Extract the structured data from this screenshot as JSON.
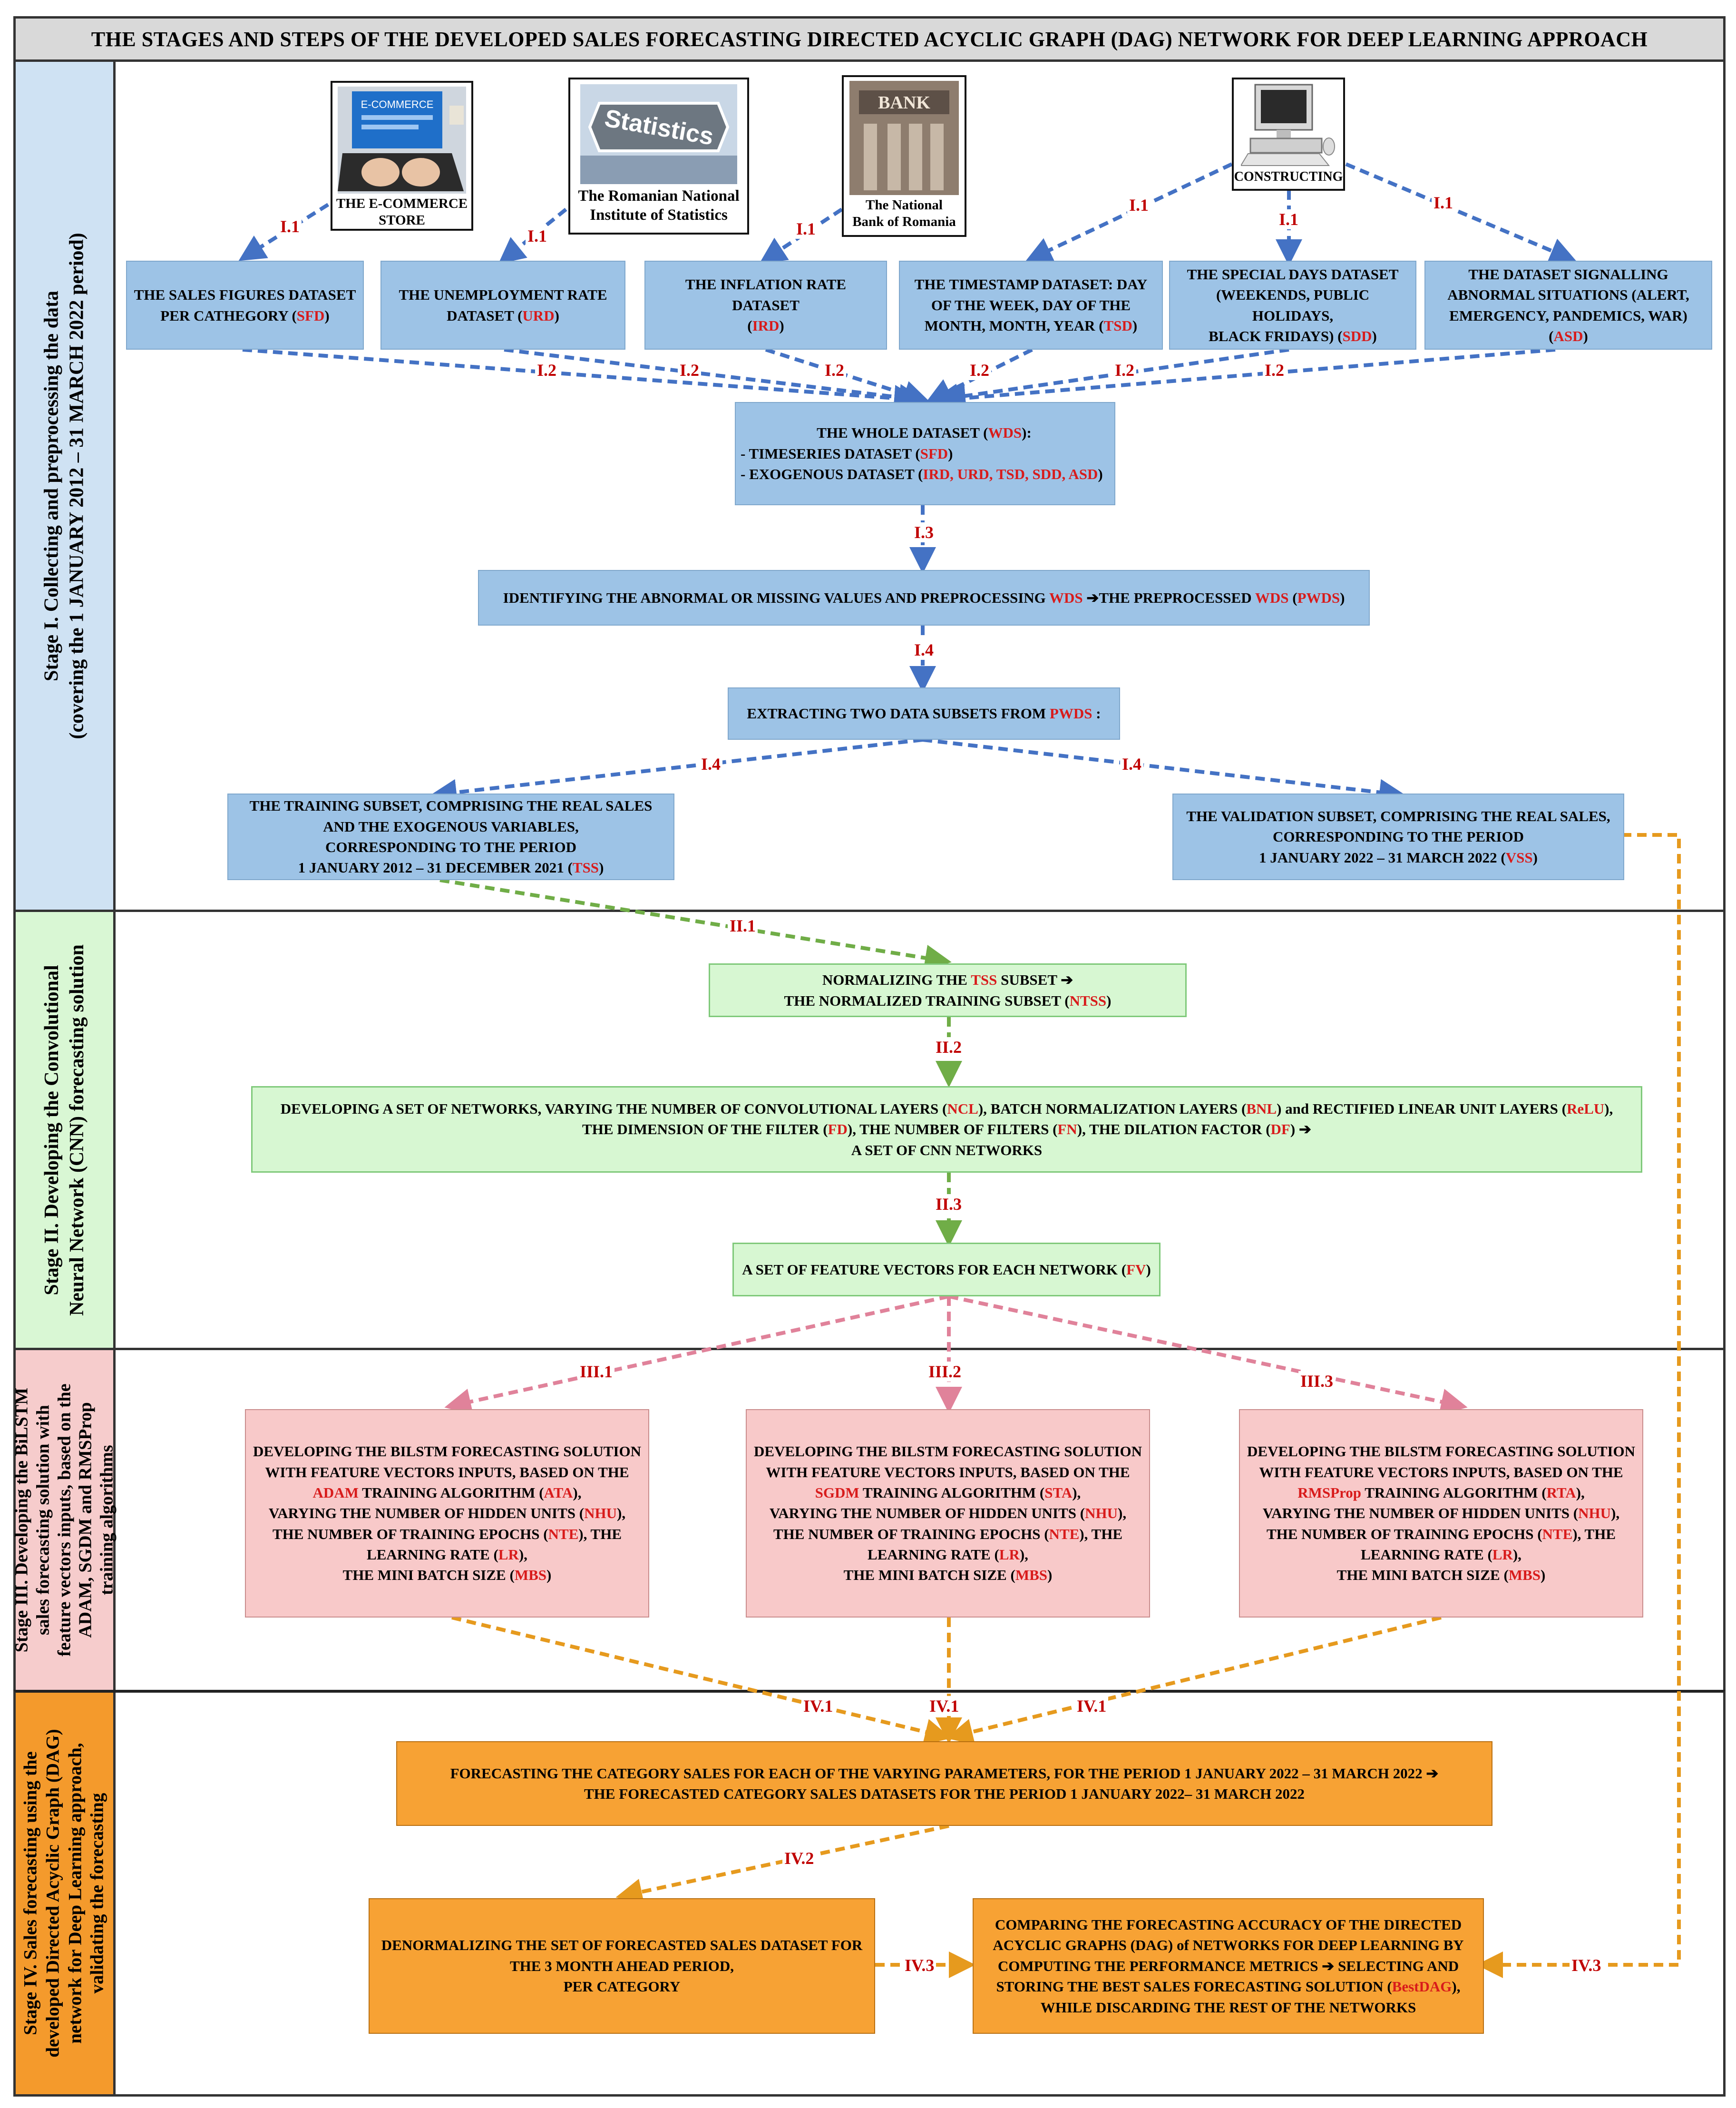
{
  "title": "THE STAGES AND STEPS OF THE DEVELOPED SALES FORECASTING DIRECTED ACYCLIC GRAPH (DAG) NETWORK FOR DEEP LEARNING APPROACH",
  "stages": {
    "s1": [
      "Stage I. Collecting and preprocessing the data",
      "(covering the 1 JANUARY 2012 – 31 MARCH 2022 period)"
    ],
    "s2": [
      "Stage II. Developing the Convolutional",
      "Neural Network  (CNN) forecasting solution"
    ],
    "s3": [
      "Stage III. Developing the BiLSTM",
      "sales forecasting solution with",
      "feature vectors inputs, based on the",
      "ADAM, SGDM and RMSProp",
      "training algorithms"
    ],
    "s4": [
      "Stage IV. Sales forecasting using the",
      "developed Directed Acyclic Graph (DAG)",
      "network for Deep Learning approach,",
      "validating the forecasting"
    ]
  },
  "sources": {
    "ecommerce": {
      "screen_text": "E-COMMERCE",
      "caption": [
        "THE E-COMMERCE",
        "STORE"
      ]
    },
    "ins": {
      "sign_text": "Statistics",
      "caption": [
        "The Romanian National",
        "Institute of Statistics"
      ]
    },
    "bnr": {
      "sign_text": "BANK",
      "caption": [
        "The National",
        "Bank of Romania"
      ]
    },
    "constructing": {
      "caption": "CONSTRUCTING"
    }
  },
  "datasets": {
    "sfd": [
      "THE SALES FIGURES DATASET",
      "PER CATHEGORY (",
      "SFD",
      ")"
    ],
    "urd": [
      "THE UNEMPLOYMENT RATE",
      "DATASET (",
      "URD",
      ")"
    ],
    "ird": [
      "THE INFLATION RATE DATASET",
      "(",
      "IRD",
      ")"
    ],
    "tsd": [
      "THE TIMESTAMP DATASET: DAY",
      "OF THE WEEK, DAY OF THE",
      "MONTH, MONTH, YEAR (",
      "TSD",
      ")"
    ],
    "sdd": [
      "THE SPECIAL DAYS DATASET",
      "(WEEKENDS, PUBLIC HOLIDAYS,",
      "BLACK FRIDAYS) (",
      "SDD",
      ")"
    ],
    "asd": [
      "THE DATASET SIGNALLING",
      "ABNORMAL SITUATIONS (ALERT,",
      "EMERGENCY, PANDEMICS, WAR)",
      "(",
      "ASD",
      ")"
    ]
  },
  "wds": {
    "l1a": "THE WHOLE DATASET (",
    "l1b": "WDS",
    "l1c": "):",
    "l2a": "- TIMESERIES DATASET (",
    "l2b": "SFD",
    "l2c": ")",
    "l3a": "- EXOGENOUS DATASET (",
    "l3b": "IRD, URD, TSD, SDD, ASD",
    "l3c": ")"
  },
  "preprocess": {
    "a": "IDENTIFYING THE ABNORMAL OR MISSING VALUES AND PREPROCESSING ",
    "b": "WDS",
    "c": " ➔THE PREPROCESSED ",
    "d": "WDS",
    "e": " (",
    "f": "PWDS",
    "g": ")"
  },
  "extract": {
    "a": "EXTRACTING TWO DATA SUBSETS FROM ",
    "b": "PWDS",
    "c": " :"
  },
  "training": {
    "l1": "THE TRAINING SUBSET, COMPRISING THE REAL SALES",
    "l2": "AND THE EXOGENOUS VARIABLES,",
    "l3": "CORRESPONDING TO THE PERIOD",
    "l4a": "1 JANUARY 2012 – 31 DECEMBER 2021 (",
    "l4b": "TSS",
    "l4c": ")"
  },
  "validation": {
    "l1": "THE VALIDATION SUBSET, COMPRISING THE REAL SALES,",
    "l2": "CORRESPONDING TO THE PERIOD",
    "l3a": "1 JANUARY 2022 – 31 MARCH 2022 (",
    "l3b": "VSS",
    "l3c": ")"
  },
  "normalize": {
    "l1a": "NORMALIZING THE ",
    "l1b": "TSS",
    "l1c": " SUBSET ➔",
    "l2a": "THE NORMALIZED TRAINING SUBSET (",
    "l2b": "NTSS",
    "l2c": ")"
  },
  "cnnset": {
    "l1a": "DEVELOPING A SET OF NETWORKS, VARYING THE NUMBER OF CONVOLUTIONAL LAYERS (",
    "l1b": "NCL",
    "l1c": "), BATCH NORMALIZATION LAYERS (",
    "l1d": "BNL",
    "l1e": ") and RECTIFIED LINEAR UNIT LAYERS (",
    "l1f": "ReLU",
    "l1g": "),",
    "l2a": "THE DIMENSION OF THE FILTER (",
    "l2b": "FD",
    "l2c": "), THE NUMBER OF FILTERS (",
    "l2d": "FN",
    "l2e": "), THE DILATION FACTOR (",
    "l2f": "DF",
    "l2g": ") ➔",
    "l3": "A SET OF CNN NETWORKS"
  },
  "fv": {
    "a": "A SET OF FEATURE VECTORS FOR EACH NETWORK (",
    "b": "FV",
    "c": ")"
  },
  "bilstm": [
    {
      "alg": "ADAM",
      "abbr": "ATA"
    },
    {
      "alg": "SGDM",
      "abbr": "STA"
    },
    {
      "alg": "RMSProp",
      "abbr": "RTA"
    }
  ],
  "bilstm_text": {
    "l1": "DEVELOPING THE BILSTM FORECASTING SOLUTION",
    "l2": "WITH FEATURE VECTORS INPUTS, BASED ON THE",
    "l3b": " TRAINING ALGORITHM (",
    "l3d": "),",
    "l4a": "VARYING THE NUMBER OF HIDDEN UNITS (",
    "l4b": "NHU",
    "l4c": "),",
    "l5a": "THE NUMBER OF TRAINING EPOCHS (",
    "l5b": "NTE",
    "l5c": "), THE",
    "l6a": "LEARNING RATE (",
    "l6b": "LR",
    "l6c": "),",
    "l7a": "THE MINI BATCH SIZE (",
    "l7b": "MBS",
    "l7c": ")"
  },
  "forecast": {
    "l1": "FORECASTING THE CATEGORY SALES FOR EACH OF THE VARYING PARAMETERS, FOR THE PERIOD 1 JANUARY 2022 – 31 MARCH 2022 ➔",
    "l2": "THE FORECASTED CATEGORY SALES DATASETS FOR THE PERIOD 1 JANUARY 2022– 31 MARCH 2022"
  },
  "denorm": {
    "l1": "DENORMALIZING THE SET OF FORECASTED SALES DATASET FOR",
    "l2": "THE 3 MONTH AHEAD PERIOD,",
    "l3": "PER CATEGORY"
  },
  "compare": {
    "l1": "COMPARING THE FORECASTING ACCURACY OF THE DIRECTED",
    "l2": "ACYCLIC GRAPHS (DAG) of NETWORKS FOR DEEP LEARNING BY",
    "l3": "COMPUTING THE PERFORMANCE METRICS ➔ SELECTING AND",
    "l4a": "STORING THE BEST SALES FORECASTING SOLUTION (",
    "l4b": "BestDAG",
    "l4c": "),",
    "l5": "WHILE DISCARDING THE REST OF THE NETWORKS"
  },
  "steps": {
    "i1": "I.1",
    "i2": "I.2",
    "i3": "I.3",
    "i4": "I.4",
    "ii1": "II.1",
    "ii2": "II.2",
    "ii3": "II.3",
    "iii1": "III.1",
    "iii2": "III.2",
    "iii3": "III.3",
    "iv1": "IV.1",
    "iv2": "IV.2",
    "iv3": "IV.3"
  },
  "colors": {
    "blue_arrow": "#4472c4",
    "green_arrow": "#70ad47",
    "pink_arrow": "#e0829a",
    "orange_arrow": "#e69a1e",
    "label_red": "#c00000"
  }
}
